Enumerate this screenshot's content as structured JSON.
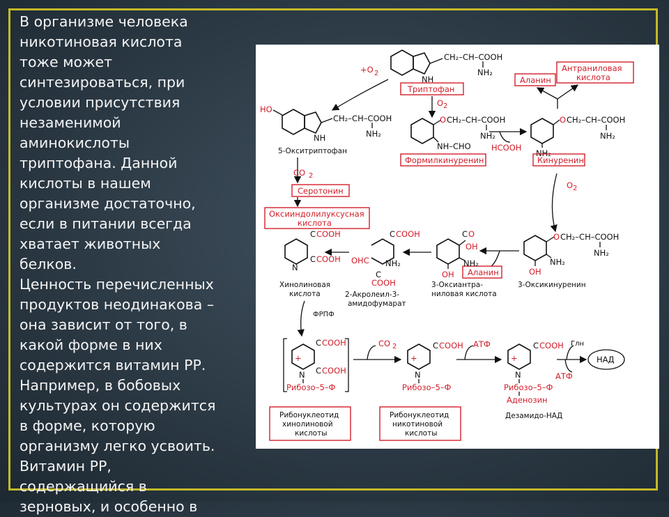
{
  "slide": {
    "text": "В организме человека\nникотиновая кислота\nтоже может\nсинтезироваться, при\nусловии присутствия\nнезаменимой\nаминокислоты\nтриптофана. Данной\nкислоты в нашем\nорганизме достаточно,\nесли в питании всегда\nхватает животных\nбелков.\nЦенность перечисленных\nпродуктов неодинакова –\nона зависит от того, в\nкакой форме в них\nсодержится витамин РР.\nНапример, в бобовых\nкультурах он содержится\nв форме, которую\nорганизму легко усвоить.\nВитамин РР,\nсодержащийся в\nзерновых, и особенно в"
  },
  "diagram": {
    "boxes": {
      "tryptophan": "Триптофан",
      "alanine_top": "Аланин",
      "anthranilic_l1": "Антраниловая",
      "anthranilic_l2": "кислота",
      "formylkynurenine": "Формилкинуренин",
      "kynurenine": "Кинуренин",
      "serotonin": "Серотонин",
      "oxyindole_l1": "Оксииндолилуксусная",
      "oxyindole_l2": "кислота",
      "alanine_mid": "Аланин",
      "ribonuc_quin_l1": "Рибонуклеотид",
      "ribonuc_quin_l2": "хинолиновой",
      "ribonuc_quin_l3": "кислоты",
      "ribonuc_nic_l1": "Рибонуклеотид",
      "ribonuc_nic_l2": "никотиновой",
      "ribonuc_nic_l3": "кислоты",
      "nad": "НАД"
    },
    "labels": {
      "hydroxytryptophan": "5-Окситриптофан",
      "quinolinic_l1": "Хинолиновая",
      "quinolinic_l2": "кислота",
      "acrolein_l1": "2-Акролеил-3-",
      "acrolein_l2": "амидофумарат",
      "hydroxyanthranilic_l1": "3-Оксиантра-",
      "hydroxyanthranilic_l2": "ниловая кислота",
      "hydroxykynurenine": "3-Оксикинуренин",
      "desamido_nad": "Дезамидо-НАД"
    },
    "reagents": {
      "o2_plus": "+O",
      "o2_sub": "2",
      "co2_a": "CO",
      "co2_sub": "2",
      "o2": "O",
      "hcooh": "HCOOH",
      "frpf": "ФРПФ",
      "atf1": "АТФ",
      "atf2": "АТФ",
      "gln": "Глн",
      "ribose5p_1": "Рибозо–5–Ф",
      "ribose5p_2": "Рибозо–5–Ф",
      "ribose5p_3": "Рибозо–5–Ф",
      "adenosine": "Аденозин",
      "plus": "+"
    },
    "chem": {
      "side_chain": "CH₂–CH–COOH",
      "nh2": "NH₂",
      "nh": "NH",
      "n": "N",
      "ho": "HO",
      "oh": "OH",
      "cooh": "COOH",
      "o": "O",
      "c": "C",
      "nh_cho": "NH–CHO",
      "ohc": "OHC"
    }
  }
}
